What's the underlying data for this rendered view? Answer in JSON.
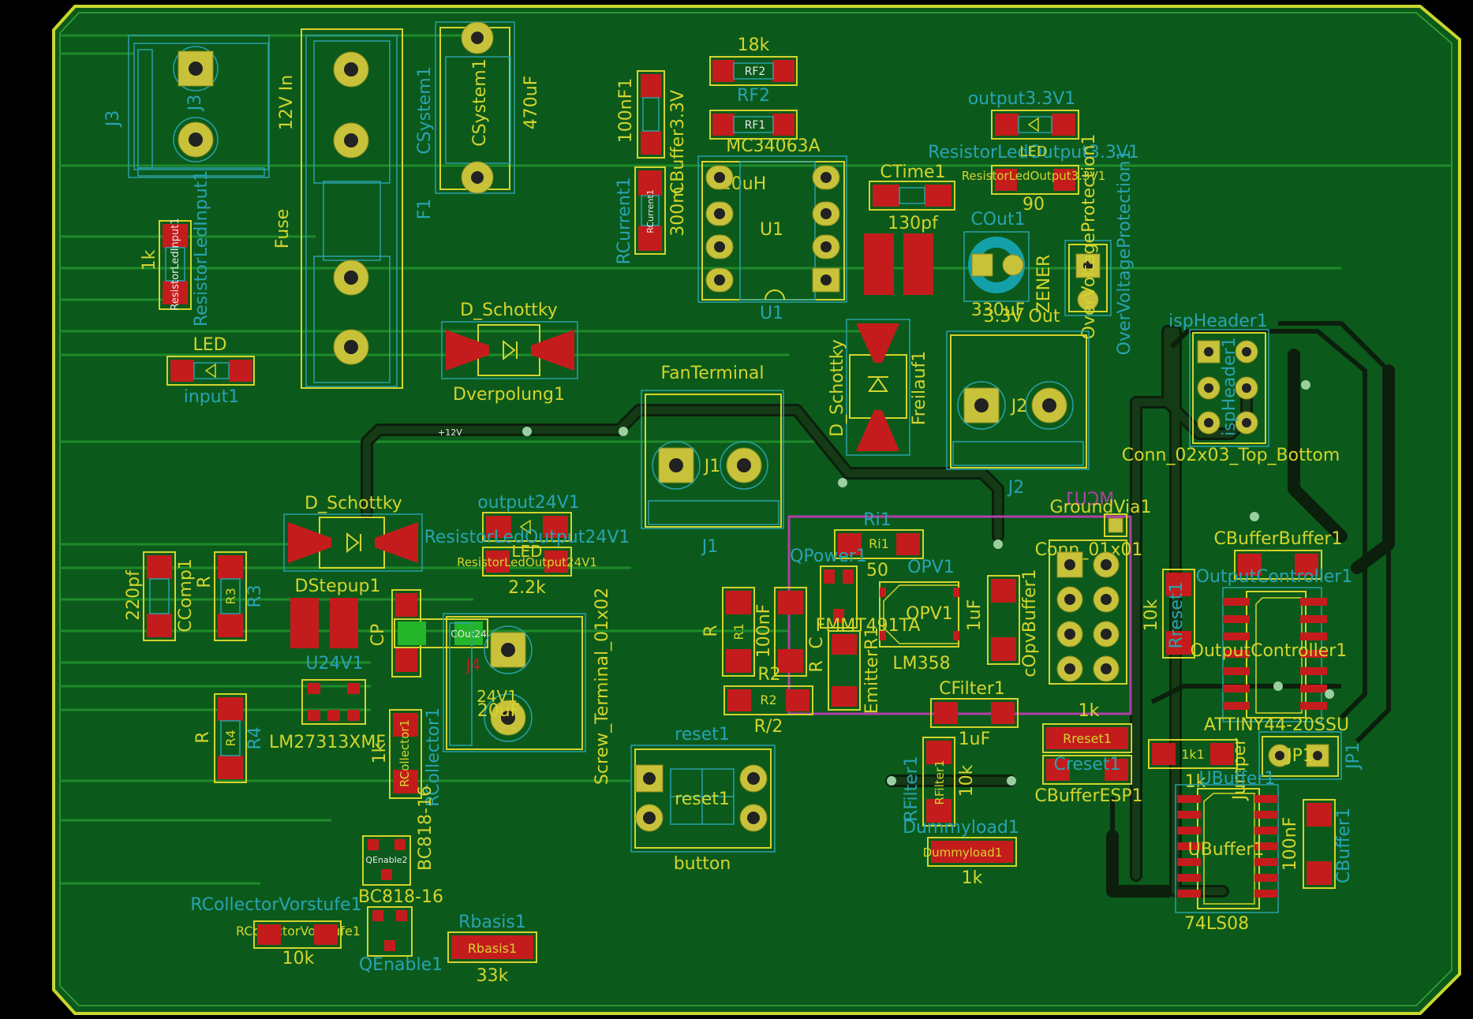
{
  "board": {
    "background": "#000000",
    "fill": "#0b5a1b",
    "edge_color": "#c9d62f",
    "track_color": "#0e3d10",
    "silk_color": "#d4d42e",
    "fab_color": "#29a3b3",
    "pad_color": "#c41c1c",
    "via_color": "#c8c23a"
  },
  "net_labels": {
    "plus12v": "+12V"
  },
  "labels": {
    "j3": "J3",
    "j3b": "J3",
    "twelve_v_in": "12V In",
    "fuse": "Fuse",
    "csystem1_fab": "CSystem1",
    "csystem1_ref": "CSystem1",
    "f1": "F1",
    "cap470": "470uF",
    "rf2_val": "18k",
    "rf2": "RF2",
    "rf2_fab": "RF2",
    "rf1": "RF1",
    "cbuffer_val": "100nF1",
    "cbuffer33": "CBuffer3.3V",
    "rcurrent_fab": "RCurrent1",
    "rcurrent_val": "300m",
    "rcurrent_pad": "RCurrent1",
    "mc34063a": "MC34063A",
    "inductor": "10uH",
    "u1": "U1",
    "u1b": "U1",
    "output33v1": "output3.3V1",
    "resled_out33_fab": "ResistorLedOutput3.3V1",
    "resled_out33_pad": "ResistorLedOutput3.3V1",
    "led_top": "LED",
    "ninety": "90",
    "ctime1": "CTime1",
    "c130pf": "130pf",
    "cout1": "COut1",
    "c330uf": "330uF",
    "out33v": "3.3V Out",
    "zener": "ZENER",
    "overvolt_ref": "OverVoltageProtection1",
    "overvolt_fab": "OverVoltageProtection1",
    "resled_in_fab": "ResistorLedInput1",
    "resled_in_pad": "ResistorLedInput1",
    "r1k_top": "1k",
    "led_left": "LED",
    "input1": "input1",
    "d_schottky_top": "D_Schottky",
    "dverpolung1": "Dverpolung1",
    "fanterminal": "FanTerminal",
    "j1": "J1",
    "j1b": "J1",
    "d_schottky_v": "D_Schottky",
    "freilauf1": "Freilauf1",
    "j2": "J2",
    "j2b": "J2",
    "ispheader_ref": "ispHeader1",
    "ispheader_fab": "ispHeader1",
    "conn_02x03": "Conn_02x03_Top_Bottom",
    "d_schottky_left": "D_Schottky",
    "dstepup1": "DStepup1",
    "output24v1": "output24V1",
    "resled24_fab": "ResistorLedOutput24V1",
    "resled24_pad": "ResistorLedOutput24V1",
    "led_mid": "LED",
    "r22k": "2.2k",
    "c220pf": "220pf",
    "ccomp1": "CComp1",
    "r_label": "R",
    "r3": "R3",
    "r3_fab": "R3",
    "u24v1": "U24V1",
    "lm27313": "LM27313XMF",
    "cp": "CP",
    "c20uf": "20uF",
    "c24v1": "24V1",
    "jcp": "J4",
    "cout24": "COut24",
    "screw_terminal": "Screw_Terminal_01x02",
    "r4_r": "R",
    "r4": "R4",
    "r4_fab": "R4",
    "rcollector1": "RCollector1",
    "rcollector_fab": "RCollector1",
    "r1k_coll": "1k",
    "bc818_top": "BC818-16",
    "qenable2": "QEnable2",
    "bc818": "BC818-16",
    "rcollvor_fab": "RCollectorVorstufe1",
    "rcollvor_pad": "RCollectorVorstufe1",
    "r10k_left": "10k",
    "qenable1": "QEnable1",
    "rbasis_fab": "Rbasis1",
    "rbasis_pad": "Rbasis1",
    "r33k": "33k",
    "reset1_fab": "reset1",
    "reset1_ref": "reset1",
    "button": "button",
    "ri1": "Ri1",
    "ri1_pad": "Ri1",
    "ri_50": "50",
    "qpower1": "QPower1",
    "fmmt": "FMMT491TA",
    "opv1_fab": "OPV1",
    "opv1_ref": "OPV1",
    "lm358": "LM358",
    "cin_100nf": "100nF",
    "r_r1": "R",
    "r1": "R1",
    "r2": "R2",
    "r2_pad": "R2",
    "r_half": "R/2",
    "c_lbl": "C",
    "r_lbl2": "R",
    "emitter": "EmitterR1",
    "copvbuffer1": "cOpvBuffer1",
    "c1uf_left": "1uF",
    "groundvia": "GroundVia1",
    "mirror_text": "MCU1",
    "conn_01x01": "Conn_01x01",
    "cfilter1": "CFilter1",
    "c1uf": "1uF",
    "rfilter1": "RFilter1",
    "rfilter_pad": "RFilter1",
    "r10k_filter": "10k",
    "dummyload_fab": "Dummyload1",
    "dummyload_pad": "Dummyload1",
    "r1k_dummy": "1k",
    "r1k_mid": "1k",
    "rreset_pad": "Rreset1",
    "creset1": "Creset1",
    "cbufferesp1": "CBufferESP1",
    "r10k_reset": "10k",
    "rreset1_fab": "Rreset1",
    "cbufferbuffer1": "CBufferBuffer1",
    "outputcontroller_fab": "OutputController1",
    "outputcontroller_ref": "OutputController1",
    "attiny": "ATTINY44-20SSU",
    "jumper": "Jumper",
    "jp1": "JP1",
    "jp1_fab": "JP1",
    "r1k1": "1k1",
    "rbuffer_k": "1k",
    "ubuffer_fab": "UBuffer1",
    "ubuffer_ref": "UBuffer1",
    "ls08": "74LS08",
    "c100nf_right": "100nF",
    "cbuffer1": "CBuffer1"
  }
}
